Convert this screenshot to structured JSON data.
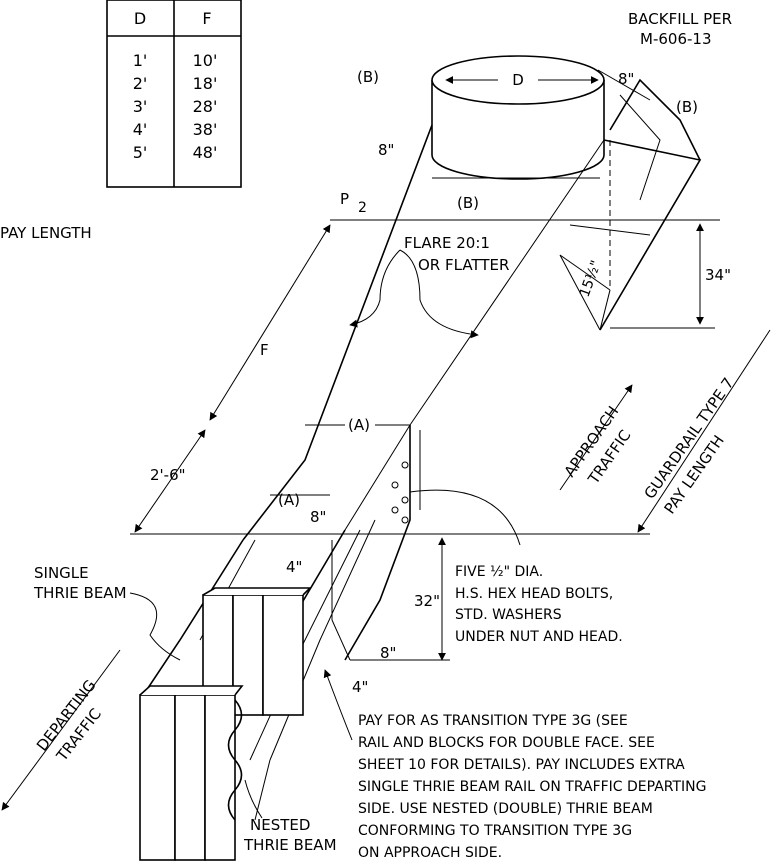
{
  "table": {
    "headers": [
      "D",
      "F"
    ],
    "rows": [
      [
        "1'",
        "10'"
      ],
      [
        "2'",
        "18'"
      ],
      [
        "3'",
        "28'"
      ],
      [
        "4'",
        "38'"
      ],
      [
        "5'",
        "48'"
      ]
    ]
  },
  "labels": {
    "backfill_1": "BACKFILL PER",
    "backfill_2": "M-606-13",
    "b_marker": "(B)",
    "a_marker": "(A)",
    "d_dim": "D",
    "f_dim": "F",
    "p_half": "P",
    "p_half_den": "2",
    "pay_length_left": "PAY LENGTH",
    "flare_1": "FLARE 20:1",
    "flare_2": "OR FLATTER",
    "dim_8in": "8\"",
    "dim_4in": "4\"",
    "dim_34in": "34\"",
    "dim_32in": "32\"",
    "dim_15_5": "15½\"",
    "dim_2_6": "2'-6\"",
    "approach_1": "APPROACH",
    "approach_2": "TRAFFIC",
    "gr_1": "GUARDRAIL TYPE 7",
    "gr_2": "PAY LENGTH",
    "bolts_1": "FIVE ½\" DIA.",
    "bolts_2": "H.S. HEX HEAD BOLTS,",
    "bolts_3": "STD. WASHERS",
    "bolts_4": "UNDER NUT AND HEAD.",
    "single_1": "SINGLE",
    "single_2": "THRIE BEAM",
    "departing_1": "DEPARTING",
    "departing_2": "TRAFFIC",
    "nested_1": "NESTED",
    "nested_2": "THRIE BEAM",
    "note": [
      "PAY FOR AS TRANSITION TYPE 3G (SEE",
      "RAIL AND BLOCKS FOR DOUBLE FACE. SEE",
      "SHEET 10 FOR DETAILS). PAY INCLUDES EXTRA",
      "SINGLE THRIE BEAM RAIL ON TRAFFIC DEPARTING",
      "SIDE. USE NESTED (DOUBLE) THRIE BEAM",
      "CONFORMING TO TRANSITION TYPE 3G",
      "ON APPROACH SIDE."
    ]
  }
}
